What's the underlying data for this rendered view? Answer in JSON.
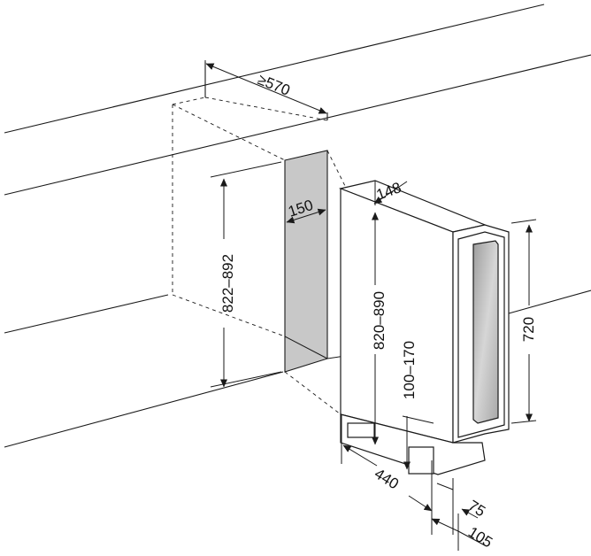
{
  "diagram": {
    "dimensions": {
      "cabinet_depth": "≥570",
      "niche_width": "150",
      "niche_height": "822–892",
      "unit_width": "148",
      "unit_height": "820–890",
      "door_height": "720",
      "leg_height": "100–170",
      "unit_depth": "440",
      "door_offset": "75",
      "total_offset": "105"
    },
    "colors": {
      "line": "#1a1a1a",
      "niche_fill": "#c8c8c8",
      "glass_fill": "#bdbdbd"
    }
  }
}
